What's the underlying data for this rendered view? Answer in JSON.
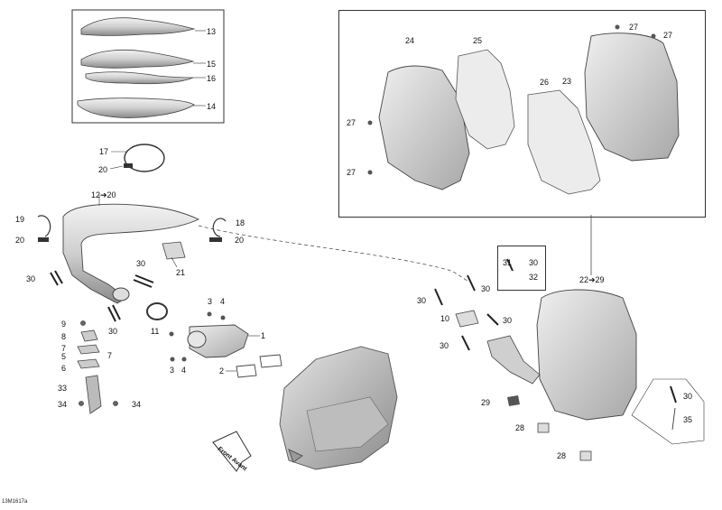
{
  "diagram": {
    "drawing_code": "13M1617a",
    "front_arrow_label": "Front Avant",
    "colors": {
      "line": "#333333",
      "part_fill": "#d9d9d9",
      "part_dark": "#9a9a9a",
      "frame": "#333333"
    },
    "callouts": [
      {
        "id": "c13a",
        "text": "13"
      },
      {
        "id": "c15",
        "text": "15"
      },
      {
        "id": "c16",
        "text": "16"
      },
      {
        "id": "c14",
        "text": "14"
      },
      {
        "id": "c17",
        "text": "17"
      },
      {
        "id": "c20a",
        "text": "20"
      },
      {
        "id": "c12",
        "text": "12➔20"
      },
      {
        "id": "c19",
        "text": "19"
      },
      {
        "id": "c20b",
        "text": "20"
      },
      {
        "id": "c18",
        "text": "18"
      },
      {
        "id": "c20c",
        "text": "20"
      },
      {
        "id": "c21",
        "text": "21"
      },
      {
        "id": "c30a",
        "text": "30"
      },
      {
        "id": "c30b",
        "text": "30"
      },
      {
        "id": "c30c",
        "text": "30"
      },
      {
        "id": "c9",
        "text": "9"
      },
      {
        "id": "c8",
        "text": "8"
      },
      {
        "id": "c7a",
        "text": "7"
      },
      {
        "id": "c5",
        "text": "5"
      },
      {
        "id": "c7b",
        "text": "7"
      },
      {
        "id": "c6",
        "text": "6"
      },
      {
        "id": "c33",
        "text": "33"
      },
      {
        "id": "c34a",
        "text": "34"
      },
      {
        "id": "c34b",
        "text": "34"
      },
      {
        "id": "c11",
        "text": "11"
      },
      {
        "id": "c3a",
        "text": "3"
      },
      {
        "id": "c4a",
        "text": "4"
      },
      {
        "id": "c1",
        "text": "1"
      },
      {
        "id": "c3b",
        "text": "3"
      },
      {
        "id": "c4b",
        "text": "4"
      },
      {
        "id": "c2",
        "text": "2"
      },
      {
        "id": "c24",
        "text": "24"
      },
      {
        "id": "c25",
        "text": "25"
      },
      {
        "id": "c27a",
        "text": "27"
      },
      {
        "id": "c27b",
        "text": "27"
      },
      {
        "id": "c27c",
        "text": "27"
      },
      {
        "id": "c27d",
        "text": "27"
      },
      {
        "id": "c26",
        "text": "26"
      },
      {
        "id": "c23",
        "text": "23"
      },
      {
        "id": "c31",
        "text": "31"
      },
      {
        "id": "c30d",
        "text": "30"
      },
      {
        "id": "c32",
        "text": "32"
      },
      {
        "id": "c22",
        "text": "22➔29"
      },
      {
        "id": "c30e",
        "text": "30"
      },
      {
        "id": "c30f",
        "text": "30"
      },
      {
        "id": "c10",
        "text": "10"
      },
      {
        "id": "c30g",
        "text": "30"
      },
      {
        "id": "c30h",
        "text": "30"
      },
      {
        "id": "c29",
        "text": "29"
      },
      {
        "id": "c28a",
        "text": "28"
      },
      {
        "id": "c28b",
        "text": "28"
      },
      {
        "id": "c30i",
        "text": "30"
      },
      {
        "id": "c35",
        "text": "35"
      }
    ]
  }
}
